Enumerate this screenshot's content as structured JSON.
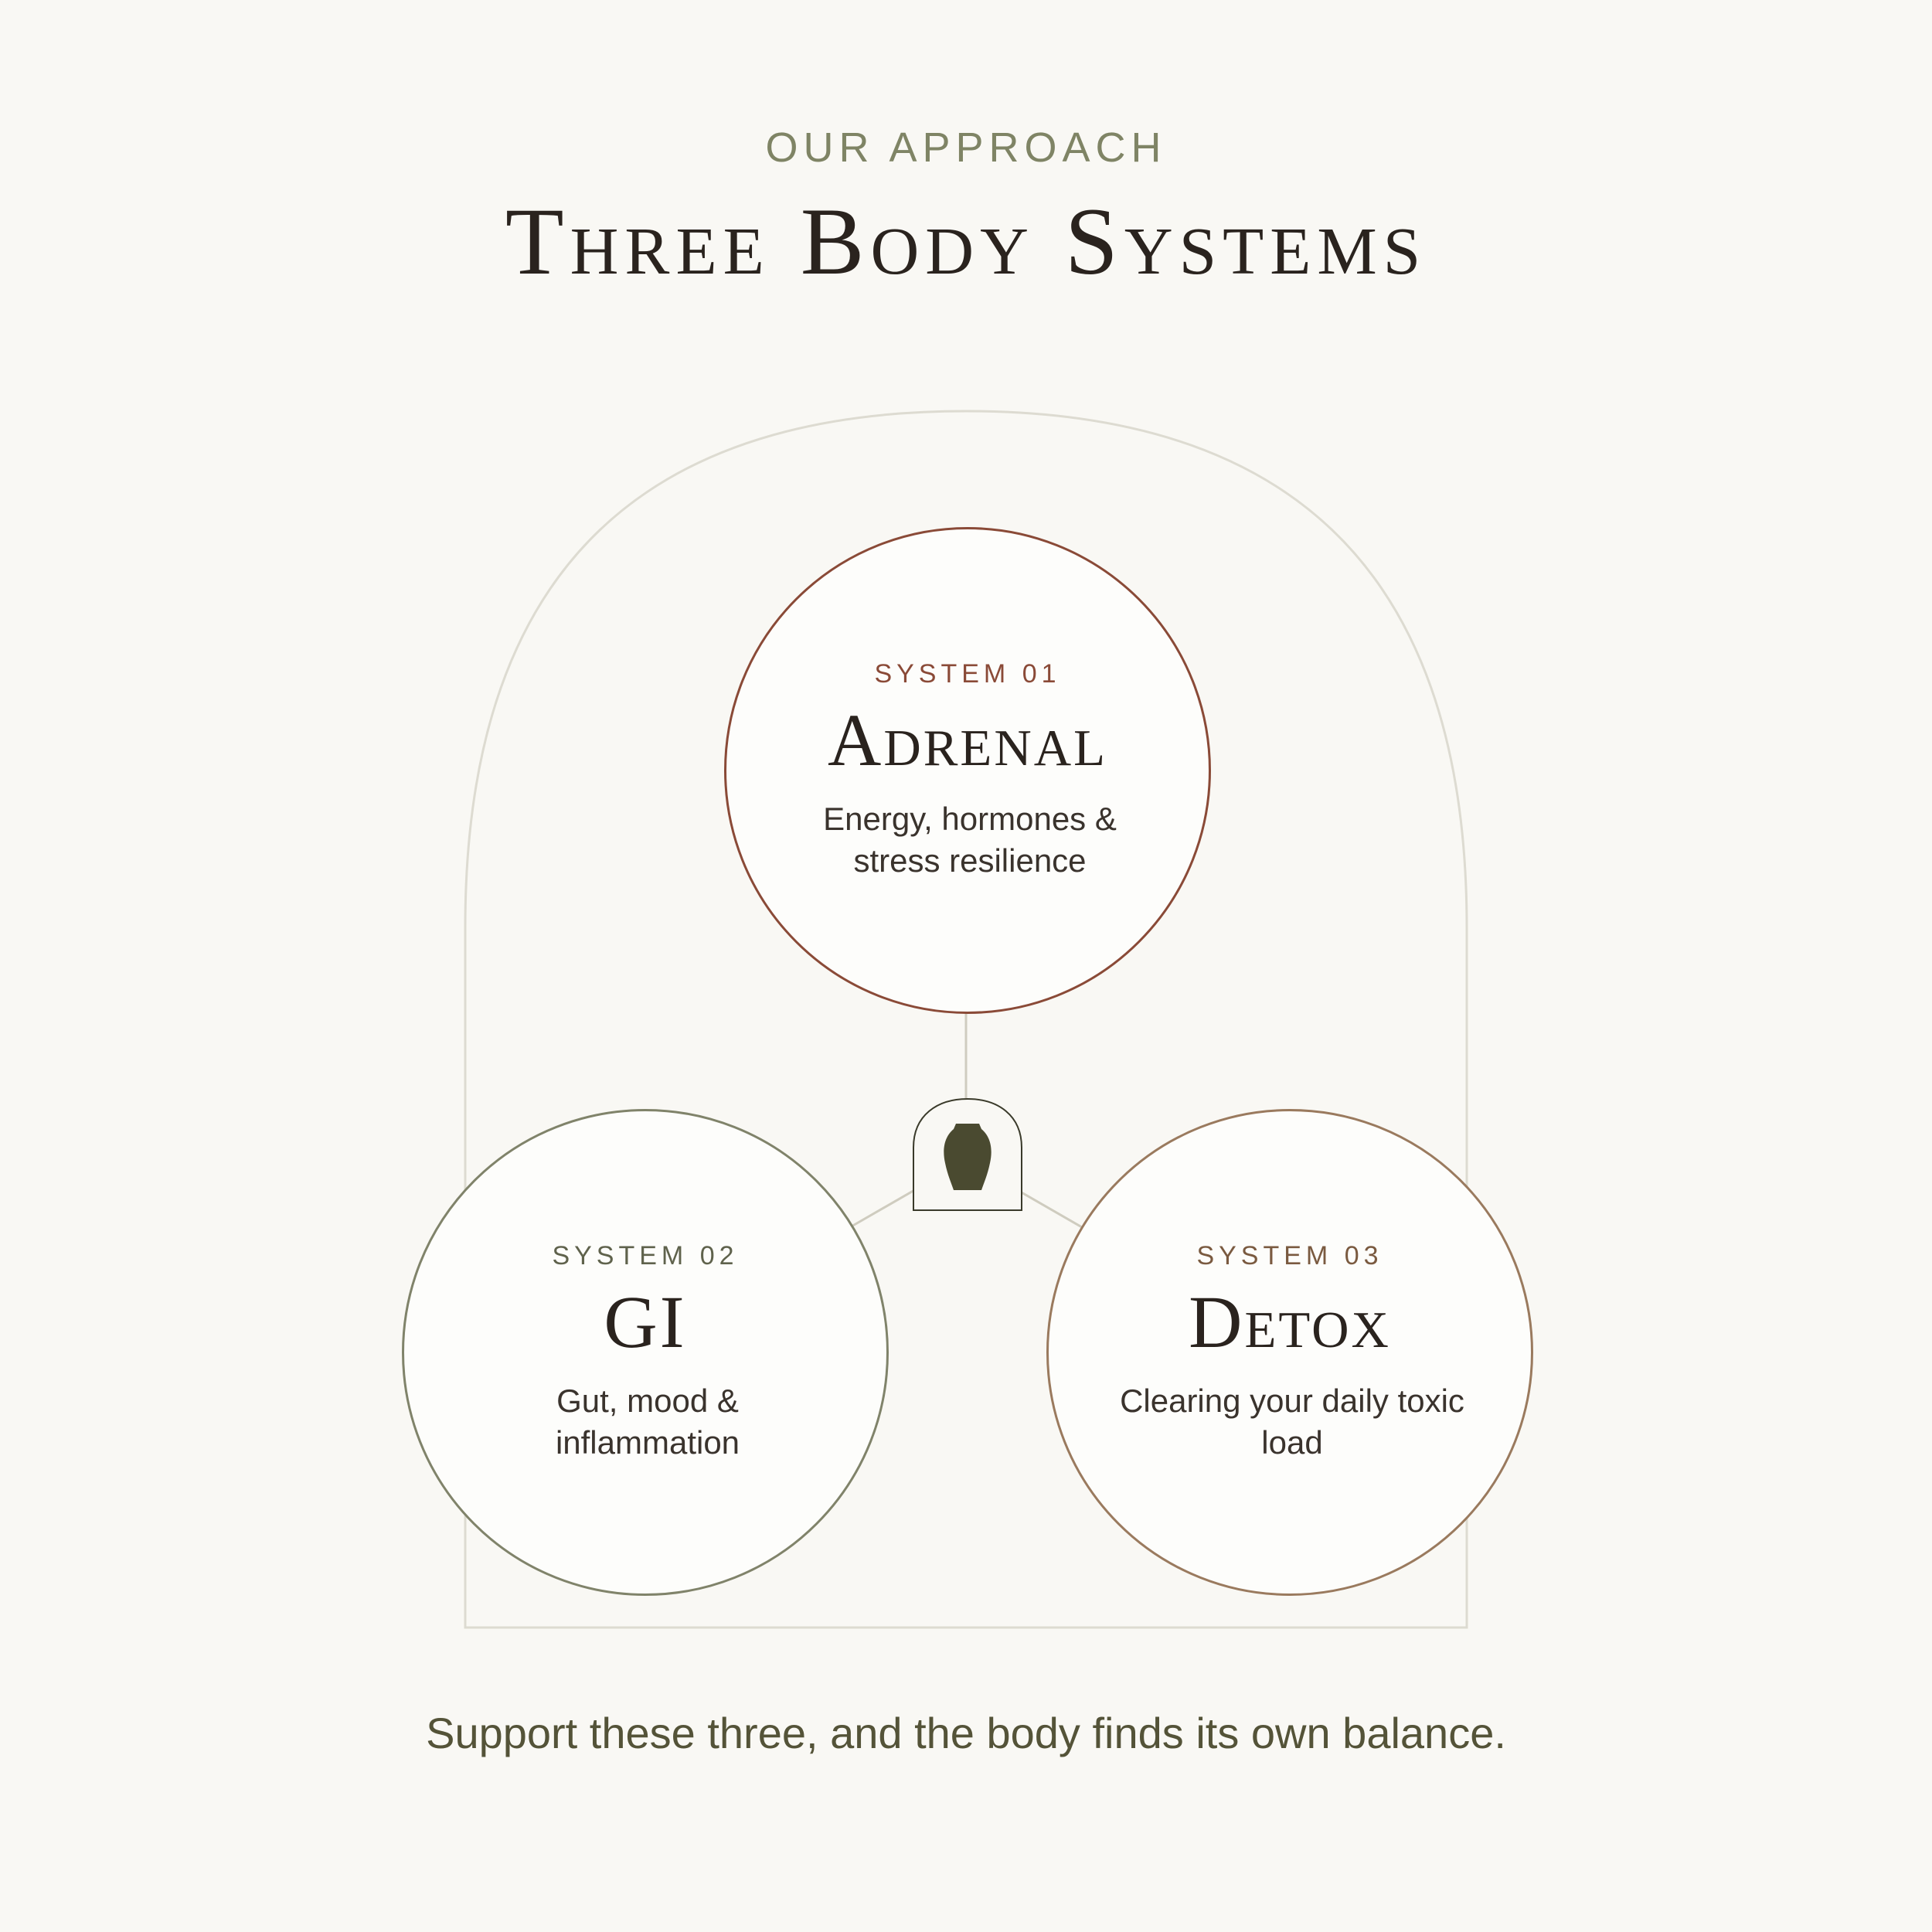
{
  "header": {
    "eyebrow": "OUR APPROACH",
    "title": "Three Body Systems"
  },
  "systems": [
    {
      "label": "SYSTEM 01",
      "name": "Adrenal",
      "description": "Energy, hormones & stress resilience",
      "color": "#8a4a37"
    },
    {
      "label": "SYSTEM 02",
      "name": "GI",
      "description": "Gut, mood & inflammation",
      "color": "#80836a"
    },
    {
      "label": "SYSTEM 03",
      "name": "Detox",
      "description": "Clearing your daily toxic load",
      "color": "#9a7a5e"
    }
  ],
  "hub": {
    "icon": "vase-icon",
    "color": "#4a4a30"
  },
  "footer": {
    "tagline": "Support these three, and the body finds its own balance."
  },
  "colors": {
    "background": "#f9f8f4",
    "arch": "#dddbd1",
    "connector": "#cfccbf",
    "title": "#2a231e",
    "eyebrow": "#7f8465"
  }
}
